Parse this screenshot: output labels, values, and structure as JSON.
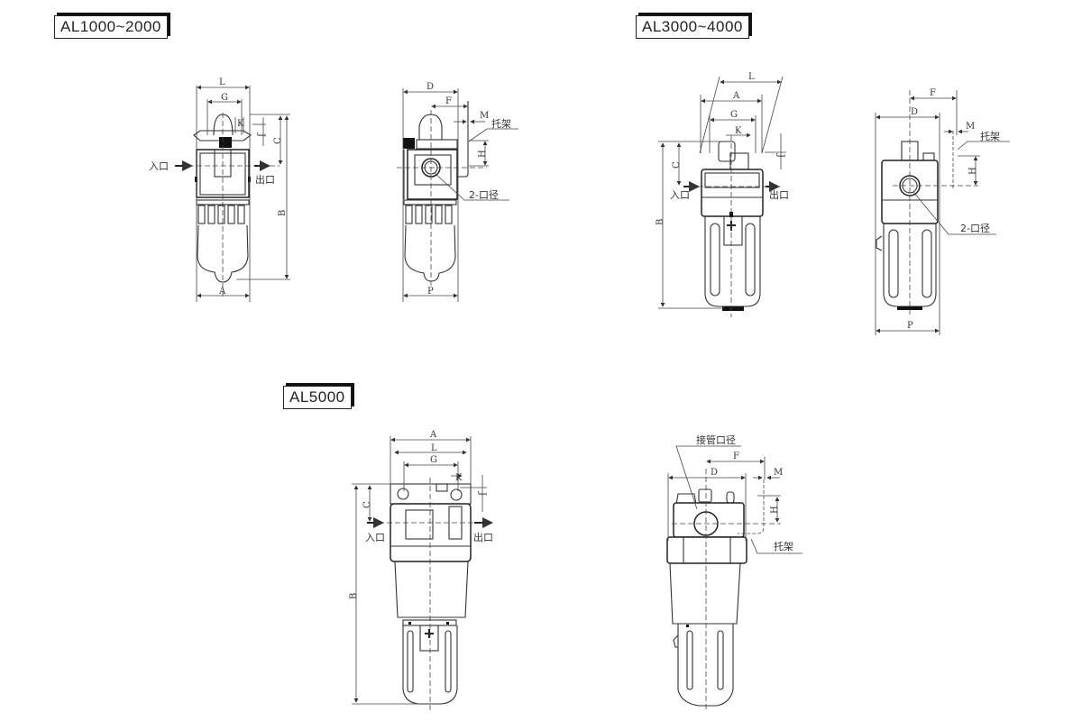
{
  "sections": [
    {
      "title": "AL1000~2000"
    },
    {
      "title": "AL3000~4000"
    },
    {
      "title": "AL5000"
    }
  ],
  "labels": {
    "inlet": "入口",
    "outlet": "出口",
    "bracket": "托架",
    "port_size": "2-口径",
    "pipe_port_size": "接管口径"
  },
  "dimensions": {
    "A": "A",
    "B": "B",
    "C": "C",
    "D": "D",
    "F": "F",
    "G": "G",
    "H": "H",
    "J": "J",
    "K": "K",
    "L": "L",
    "M": "M",
    "P": "P"
  }
}
